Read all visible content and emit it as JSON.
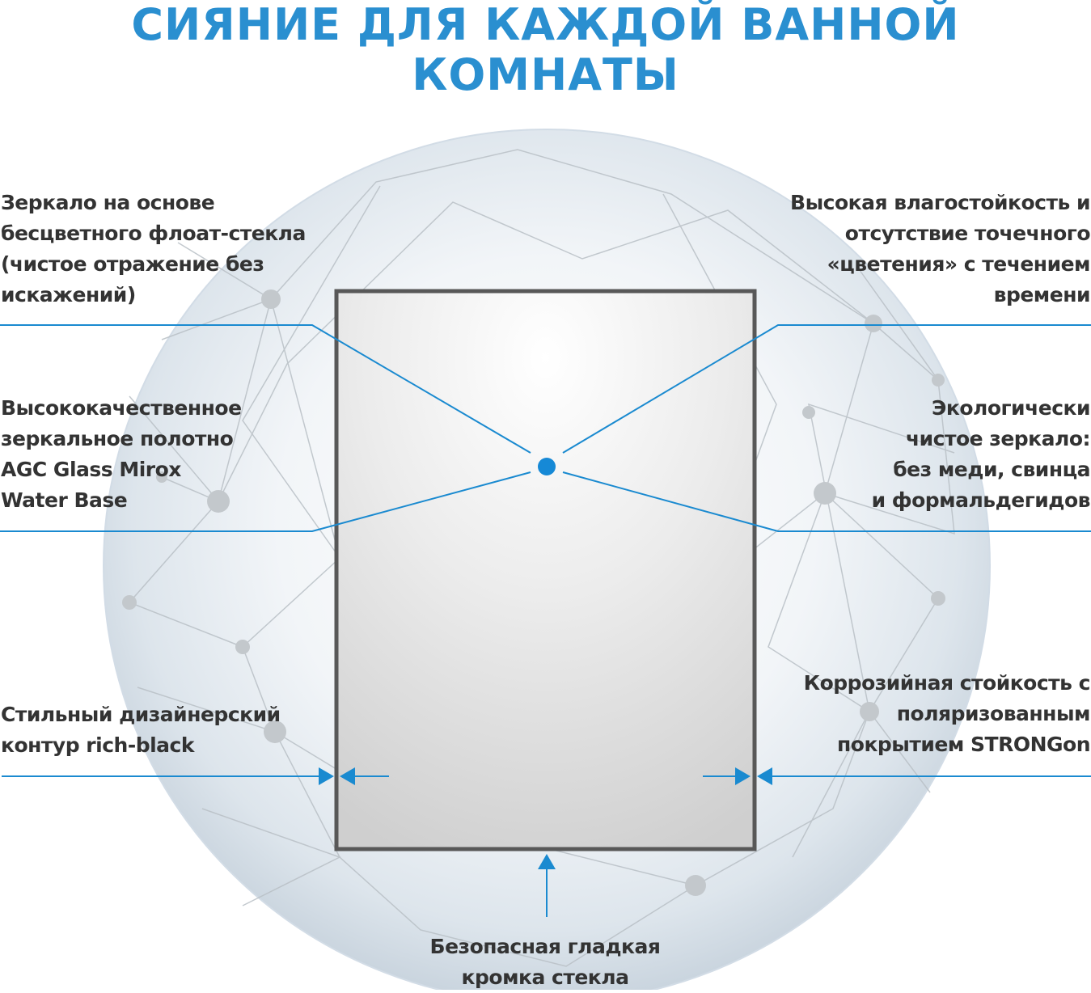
{
  "title": "СИЯНИЕ ДЛЯ КАЖДОЙ ВАННОЙ КОМНАТЫ",
  "colors": {
    "accent": "#2a8fd0",
    "line": "#1a8ad0",
    "dot": "#1689d6",
    "text": "#333333",
    "frame": "#585858"
  },
  "callouts": {
    "float_glass": [
      "Зеркало на основе",
      "бесцветного флоат-стекла",
      "(чистое отражение без",
      "искажений)"
    ],
    "mirror_sheet": [
      "Высококачественное",
      "зеркальное полотно",
      "AGC Glass Mirox",
      "Water Base"
    ],
    "contour": [
      "Стильный дизайнерский",
      "контур rich-black"
    ],
    "moisture": [
      "Высокая влагостойкость и",
      "отсутствие точечного",
      "«цветения» с течением",
      "времени"
    ],
    "eco": [
      "Экологически",
      "чистое зеркало:",
      "без меди, свинца",
      "и формальдегидов"
    ],
    "corrosion": [
      "Коррозийная стойкость с",
      "поляризованным",
      "покрытием STRONGon"
    ],
    "edge": [
      "Безопасная гладкая",
      "кромка стекла"
    ]
  }
}
